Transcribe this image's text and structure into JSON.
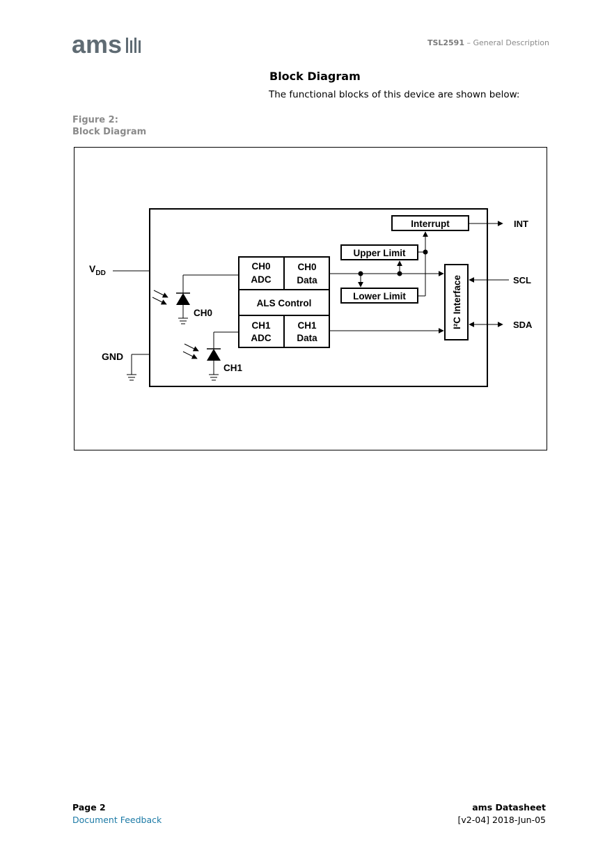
{
  "header": {
    "logo_text": "ams",
    "doc_id": "TSL2591",
    "separator": " – ",
    "section": "General Description"
  },
  "content": {
    "title": "Block Diagram",
    "intro": "The functional blocks of this device are shown below:",
    "figure_number": "Figure 2:",
    "figure_title": "Block Diagram"
  },
  "diagram": {
    "blocks": {
      "interrupt": "Interrupt",
      "upper_limit": "Upper Limit",
      "lower_limit": "Lower Limit",
      "ch0_adc_line1": "CH0",
      "ch0_adc_line2": "ADC",
      "ch0_data_line1": "CH0",
      "ch0_data_line2": "Data",
      "als_control": "ALS Control",
      "ch1_adc_line1": "CH1",
      "ch1_adc_line2": "ADC",
      "ch1_data_line1": "CH1",
      "ch1_data_line2": "Data",
      "i2c_interface": "I²C Interface"
    },
    "pins": {
      "vdd_main": "V",
      "vdd_sub": "DD",
      "gnd": "GND",
      "int": "INT",
      "scl": "SCL",
      "sda": "SDA"
    },
    "photodiodes": {
      "ch0": "CH0",
      "ch1": "CH1"
    }
  },
  "footer": {
    "page": "Page 2",
    "feedback": "Document Feedback",
    "brand": "ams Datasheet",
    "version": "[v2-04] 2018-Jun-05"
  }
}
